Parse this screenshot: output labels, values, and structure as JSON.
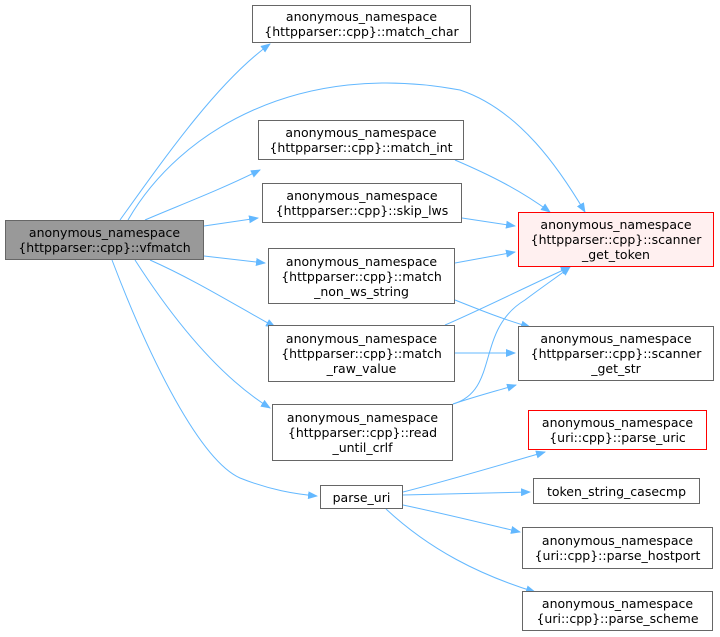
{
  "nodes": {
    "vfmatch": {
      "lines": [
        "anonymous_namespace",
        "{httpparser::cpp}::vfmatch"
      ]
    },
    "match_char": {
      "lines": [
        "anonymous_namespace",
        "{httpparser::cpp}::match_char"
      ]
    },
    "match_int": {
      "lines": [
        "anonymous_namespace",
        "{httpparser::cpp}::match_int"
      ]
    },
    "skip_lws": {
      "lines": [
        "anonymous_namespace",
        "{httpparser::cpp}::skip_lws"
      ]
    },
    "match_non_ws_string": {
      "lines": [
        "anonymous_namespace",
        "{httpparser::cpp}::match",
        "_non_ws_string"
      ]
    },
    "match_raw_value": {
      "lines": [
        "anonymous_namespace",
        "{httpparser::cpp}::match",
        "_raw_value"
      ]
    },
    "read_until_crlf": {
      "lines": [
        "anonymous_namespace",
        "{httpparser::cpp}::read",
        "_until_crlf"
      ]
    },
    "parse_uri": {
      "lines": [
        "parse_uri"
      ]
    },
    "scanner_get_token": {
      "lines": [
        "anonymous_namespace",
        "{httpparser::cpp}::scanner",
        "_get_token"
      ]
    },
    "scanner_get_str": {
      "lines": [
        "anonymous_namespace",
        "{httpparser::cpp}::scanner",
        "_get_str"
      ]
    },
    "parse_uric": {
      "lines": [
        "anonymous_namespace",
        "{uri::cpp}::parse_uric"
      ]
    },
    "token_string_casecmp": {
      "lines": [
        "token_string_casecmp"
      ]
    },
    "parse_hostport": {
      "lines": [
        "anonymous_namespace",
        "{uri::cpp}::parse_hostport"
      ]
    },
    "parse_scheme": {
      "lines": [
        "anonymous_namespace",
        "{uri::cpp}::parse_scheme"
      ]
    }
  },
  "edges": [
    {
      "from": "vfmatch",
      "to": "match_char"
    },
    {
      "from": "vfmatch",
      "to": "scanner_get_token"
    },
    {
      "from": "vfmatch",
      "to": "match_int"
    },
    {
      "from": "vfmatch",
      "to": "skip_lws"
    },
    {
      "from": "vfmatch",
      "to": "match_non_ws_string"
    },
    {
      "from": "vfmatch",
      "to": "match_raw_value"
    },
    {
      "from": "vfmatch",
      "to": "read_until_crlf"
    },
    {
      "from": "vfmatch",
      "to": "parse_uri"
    },
    {
      "from": "match_int",
      "to": "scanner_get_token"
    },
    {
      "from": "skip_lws",
      "to": "scanner_get_token"
    },
    {
      "from": "match_non_ws_string",
      "to": "scanner_get_token"
    },
    {
      "from": "match_non_ws_string",
      "to": "scanner_get_str"
    },
    {
      "from": "match_raw_value",
      "to": "scanner_get_token"
    },
    {
      "from": "match_raw_value",
      "to": "scanner_get_str"
    },
    {
      "from": "read_until_crlf",
      "to": "scanner_get_token"
    },
    {
      "from": "read_until_crlf",
      "to": "scanner_get_str"
    },
    {
      "from": "parse_uri",
      "to": "parse_uric"
    },
    {
      "from": "parse_uri",
      "to": "token_string_casecmp"
    },
    {
      "from": "parse_uri",
      "to": "parse_hostport"
    },
    {
      "from": "parse_uri",
      "to": "parse_scheme"
    }
  ],
  "colors": {
    "edge": "#63b8ff",
    "node_border": "#666666",
    "root_fill": "#999999",
    "highlight_border": "#ff0000",
    "highlight_fill": "#fff0f0"
  }
}
